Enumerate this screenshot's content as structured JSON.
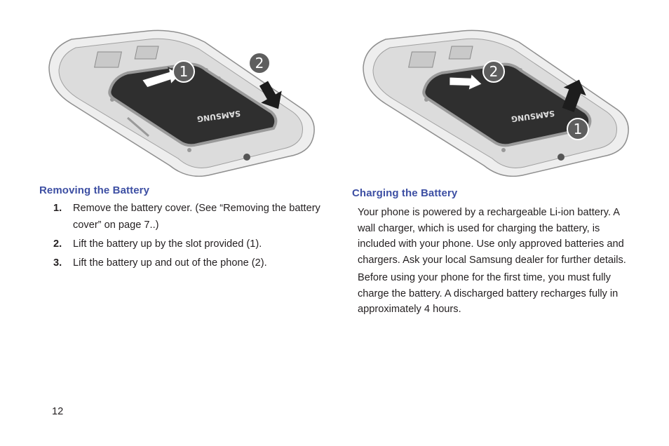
{
  "figures": {
    "left": {
      "callouts": [
        "1",
        "2"
      ],
      "battery_brand": "SAMSUNG"
    },
    "right": {
      "callouts": [
        "2",
        "1"
      ],
      "battery_brand": "SAMSUNG"
    }
  },
  "removing": {
    "heading": "Removing the Battery",
    "steps": [
      {
        "num": "1.",
        "text": "Remove the battery cover. (See “Removing the battery cover” on page 7..)"
      },
      {
        "num": "2.",
        "text": "Lift the battery up by the slot provided (1)."
      },
      {
        "num": "3.",
        "text": "Lift the battery up and out of the phone (2)."
      }
    ]
  },
  "charging": {
    "heading": "Charging the Battery",
    "paragraphs": [
      "Your phone is powered by a rechargeable Li-ion battery. A wall charger, which is used for charging the battery, is included with your phone. Use only approved batteries and chargers. Ask your local Samsung dealer for further details.",
      "Before using your phone for the first time, you must fully charge the battery. A discharged battery recharges fully in approximately 4 hours."
    ]
  },
  "page_number": "12"
}
